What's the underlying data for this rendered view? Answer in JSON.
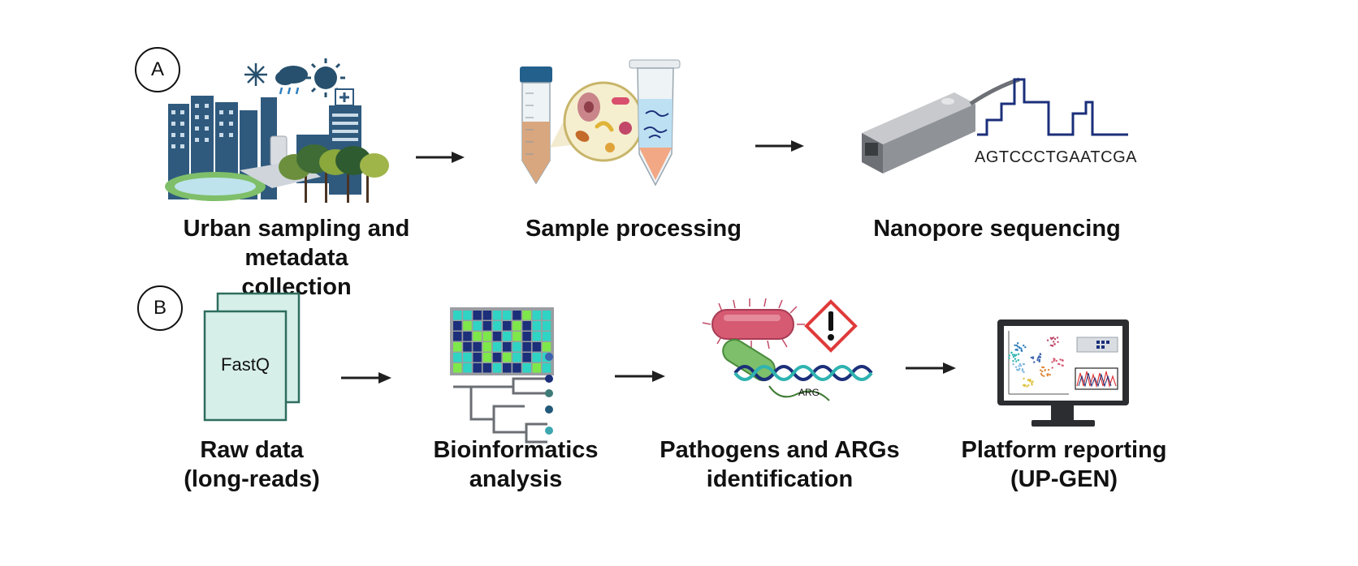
{
  "panel_a": {
    "badge": "A",
    "steps": [
      {
        "label_line1": "Urban sampling and metadata",
        "label_line2": "collection"
      },
      {
        "label_line1": "Sample processing"
      },
      {
        "label_line1": "Nanopore sequencing"
      }
    ],
    "sequence": "AGTCCCTGAATCGA"
  },
  "panel_b": {
    "badge": "B",
    "file_label": "FastQ",
    "arg_label": "ARG",
    "steps": [
      {
        "label_line1": "Raw data",
        "label_line2": "(long-reads)"
      },
      {
        "label_line1": "Bioinformatics",
        "label_line2": "analysis"
      },
      {
        "label_line1": "Pathogens and ARGs",
        "label_line2": "identification"
      },
      {
        "label_line1": "Platform reporting",
        "label_line2": "(UP-GEN)"
      }
    ]
  },
  "colors": {
    "navy": "#1b2f7a",
    "arrow": "#1f1f1f",
    "mint": "#d6efe8",
    "teal": "#2fb3b0",
    "warning": "#e03a3a"
  }
}
